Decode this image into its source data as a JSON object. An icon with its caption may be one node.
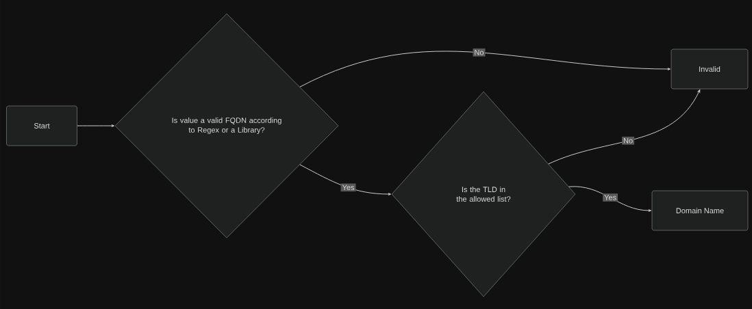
{
  "diagram": {
    "nodes": [
      {
        "text": [
          "Start"
        ]
      },
      {
        "text": [
          "Is value a valid FQDN according to Regex or a Library?"
        ]
      },
      {
        "text": [
          "Invalid"
        ]
      },
      {
        "text": [
          "Is the TLD in the allowed list?"
        ]
      },
      {
        "text": [
          "Domain Name"
        ]
      }
    ],
    "edges": [
      {
        "from": 0,
        "to": 1,
        "arrow": "to"
      },
      {
        "from": 1,
        "to": 2,
        "arrow": "to",
        "label": "No"
      },
      {
        "from": 1,
        "to": 3,
        "arrow": "to",
        "label": "Yes"
      },
      {
        "from": 3,
        "to": 2,
        "arrow": "to",
        "label": "No"
      },
      {
        "from": 3,
        "to": 4,
        "arrow": "to",
        "label": "Yes"
      }
    ]
  }
}
